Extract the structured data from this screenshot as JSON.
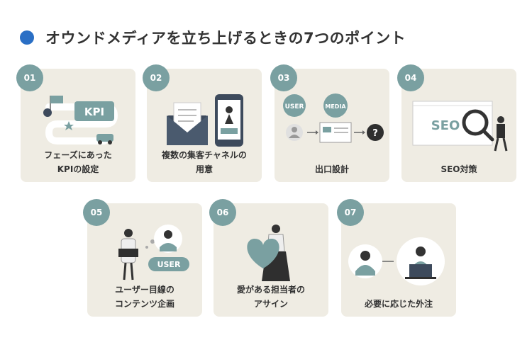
{
  "header": {
    "title": "オウンドメディアを立ち上げるときの7つのポイント"
  },
  "colors": {
    "accent": "#2a6fc5",
    "card_bg": "#efece3",
    "teal": "#7aa0a1"
  },
  "cards": [
    {
      "number": "01",
      "lines": [
        "フェーズにあった",
        "KPIの設定"
      ],
      "illus_text": [
        "KPI"
      ]
    },
    {
      "number": "02",
      "lines": [
        "複数の集客チャネルの",
        "用意"
      ],
      "illus_text": []
    },
    {
      "number": "03",
      "lines": [
        "出口設計"
      ],
      "illus_text": [
        "USER",
        "MEDIA",
        "?"
      ]
    },
    {
      "number": "04",
      "lines": [
        "SEO対策"
      ],
      "illus_text": [
        "SEO"
      ]
    },
    {
      "number": "05",
      "lines": [
        "ユーザー目線の",
        "コンテンツ企画"
      ],
      "illus_text": [
        "USER"
      ]
    },
    {
      "number": "06",
      "lines": [
        "愛がある担当者の",
        "アサイン"
      ],
      "illus_text": []
    },
    {
      "number": "07",
      "lines": [
        "必要に応じた外注"
      ],
      "illus_text": []
    }
  ]
}
